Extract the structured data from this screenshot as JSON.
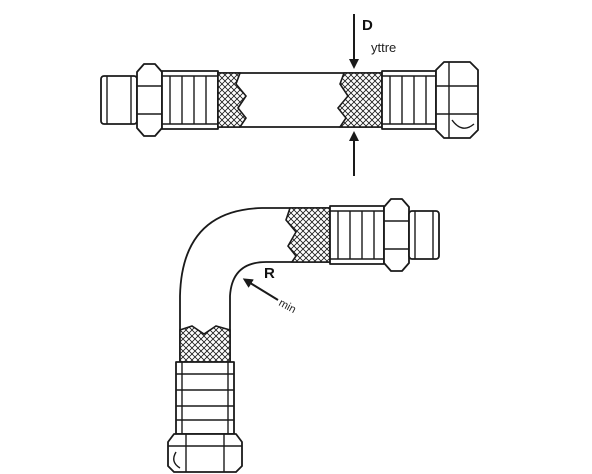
{
  "dimension_labels": {
    "diameter": {
      "symbol": "D",
      "subscript": "yttre"
    },
    "bend_radius": {
      "symbol": "R",
      "subscript": "min"
    }
  },
  "colors": {
    "line": "#1a1a1a",
    "background": "#ffffff"
  }
}
